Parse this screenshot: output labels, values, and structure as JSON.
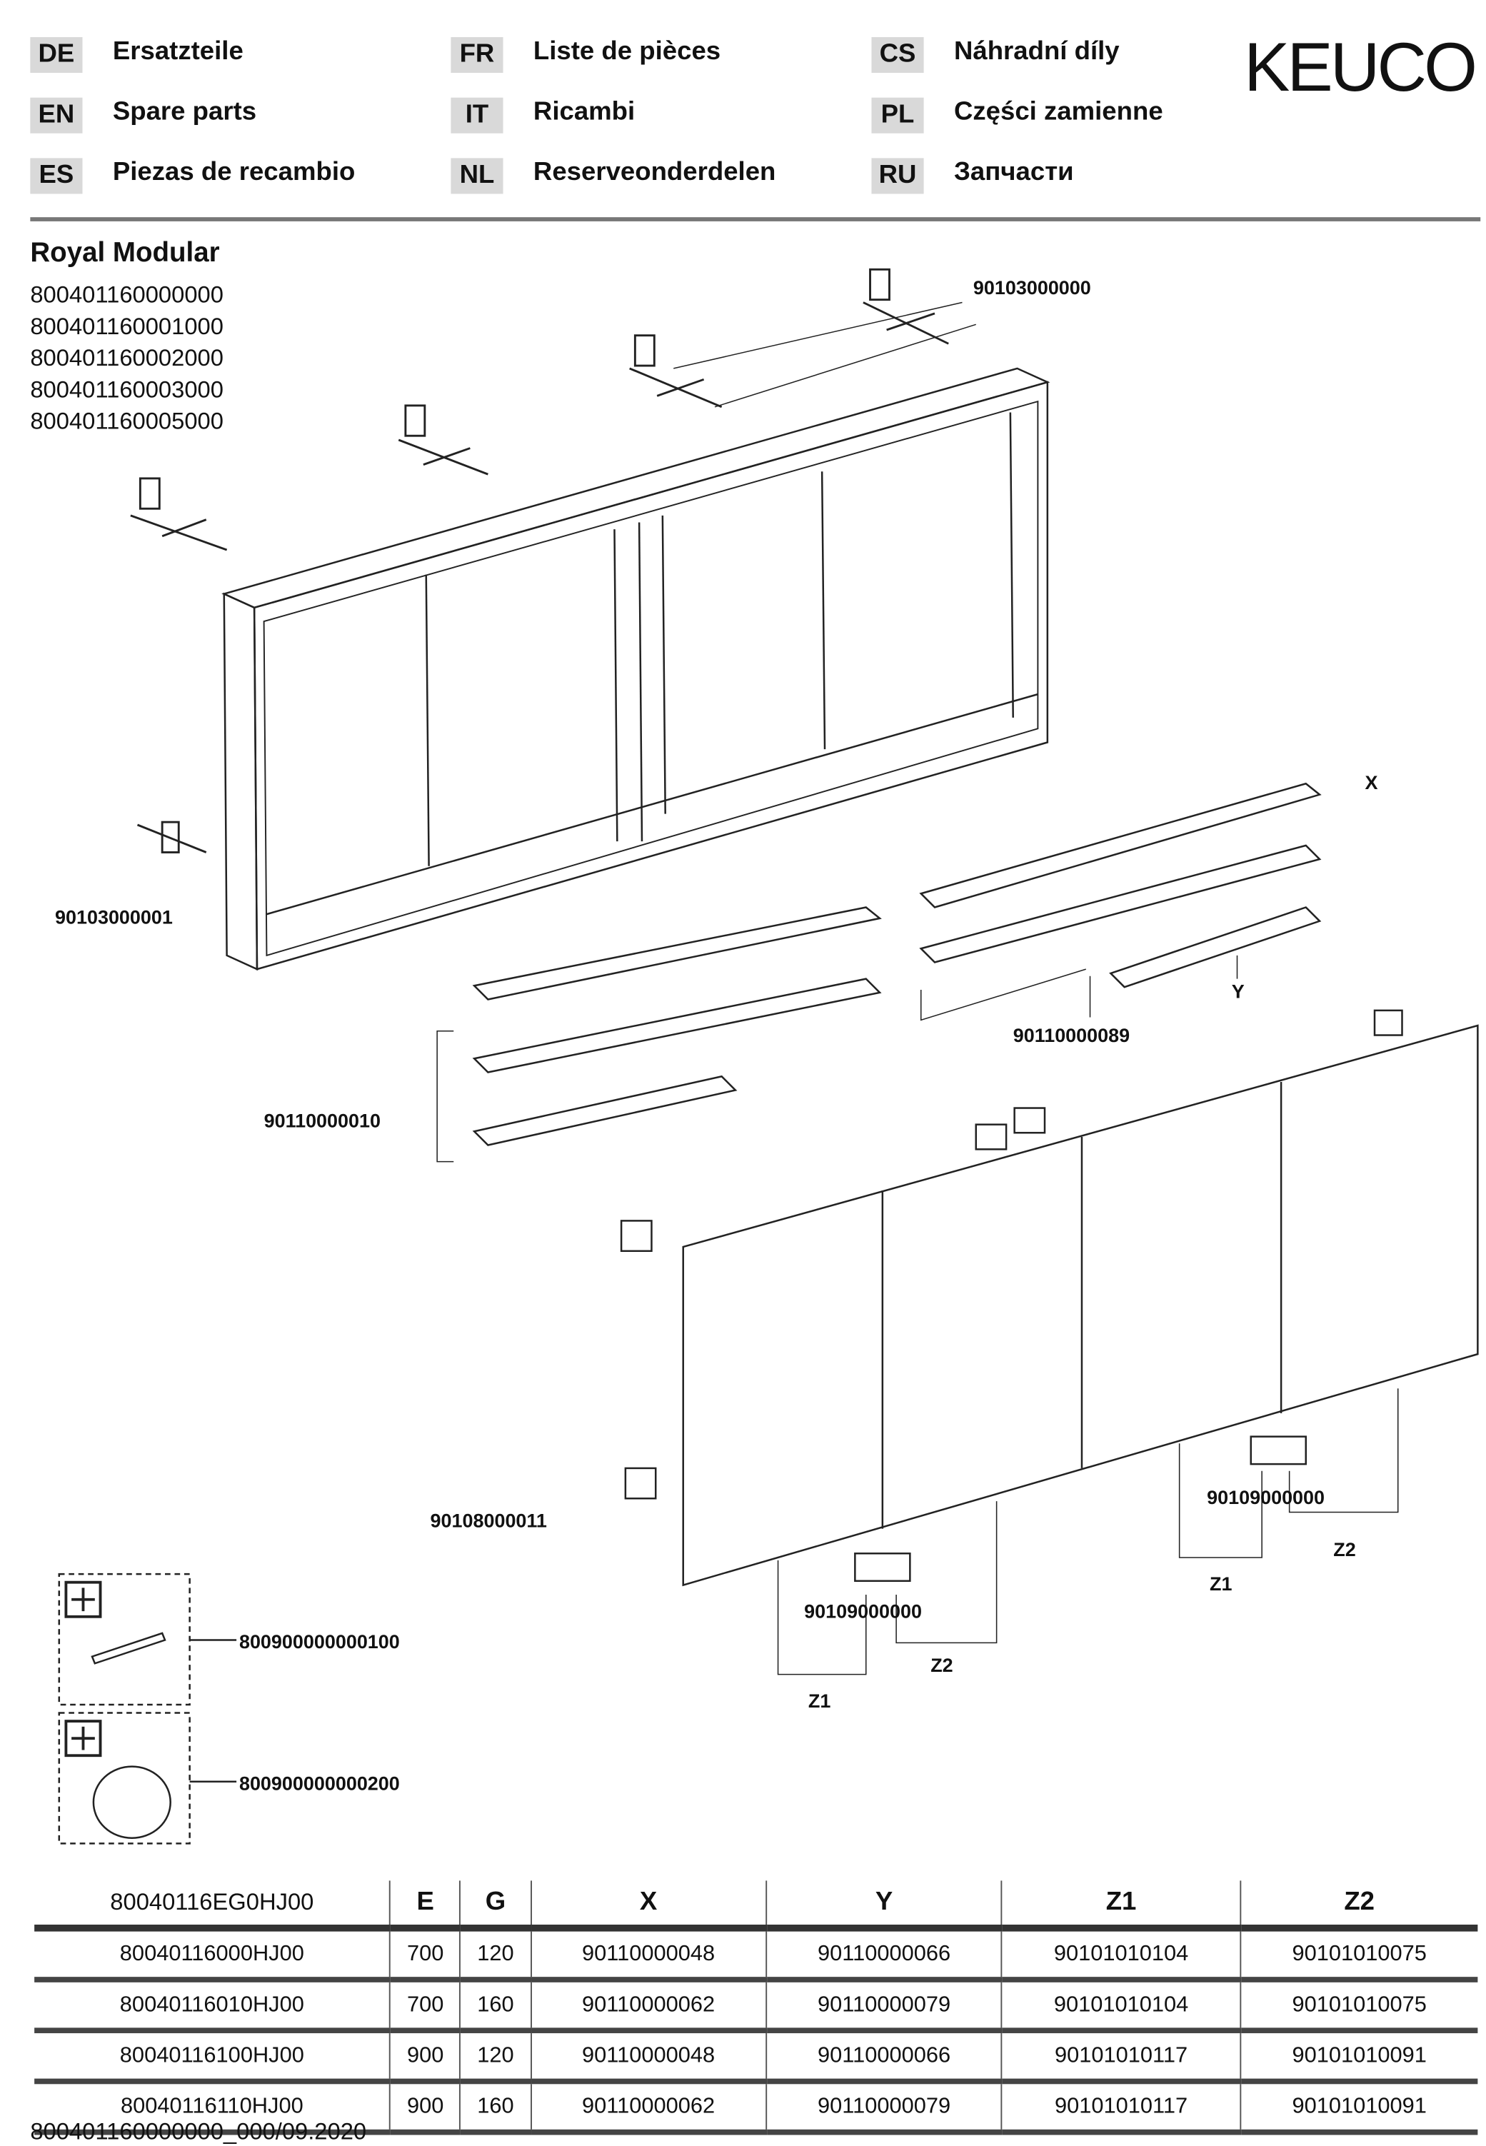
{
  "header": {
    "languages": [
      {
        "code": "DE",
        "label": "Ersatzteile"
      },
      {
        "code": "EN",
        "label": "Spare parts"
      },
      {
        "code": "ES",
        "label": "Piezas de recambio"
      },
      {
        "code": "FR",
        "label": "Liste de pièces"
      },
      {
        "code": "IT",
        "label": "Ricambi"
      },
      {
        "code": "NL",
        "label": "Reserveonderdelen"
      },
      {
        "code": "CS",
        "label": "Náhradní díly"
      },
      {
        "code": "PL",
        "label": "Części zamienne"
      },
      {
        "code": "RU",
        "label": "Запчасти"
      }
    ],
    "brand": "KEUCO"
  },
  "product": {
    "title": "Royal Modular",
    "article_numbers": [
      "800401160000000",
      "800401160001000",
      "800401160002000",
      "800401160003000",
      "800401160005000"
    ]
  },
  "diagram": {
    "labels": {
      "mounting_bracket": "90103000000",
      "hanger": "90103000001",
      "shelf_x": "X",
      "shelf_y": "Y",
      "shelf_holder_a": "90110000089",
      "shelf_holder_b": "90110000010",
      "door_hinge": "90108000011",
      "handle_left": "90109000000",
      "handle_right": "90109000000",
      "z1_left": "Z1",
      "z2_left": "Z2",
      "z1_right": "Z1",
      "z2_right": "Z2",
      "accessory_1": "800900000000100",
      "accessory_2": "800900000000200"
    }
  },
  "table": {
    "headers": [
      "80040116EG0HJ00",
      "E",
      "G",
      "X",
      "Y",
      "Z1",
      "Z2"
    ],
    "rows": [
      [
        "80040116000HJ00",
        "700",
        "120",
        "90110000048",
        "90110000066",
        "90101010104",
        "90101010075"
      ],
      [
        "80040116010HJ00",
        "700",
        "160",
        "90110000062",
        "90110000079",
        "90101010104",
        "90101010075"
      ],
      [
        "80040116100HJ00",
        "900",
        "120",
        "90110000048",
        "90110000066",
        "90101010117",
        "90101010091"
      ],
      [
        "80040116110HJ00",
        "900",
        "160",
        "90110000062",
        "90110000079",
        "90101010117",
        "90101010091"
      ]
    ]
  },
  "footer": "800401160000000_000/09.2020"
}
